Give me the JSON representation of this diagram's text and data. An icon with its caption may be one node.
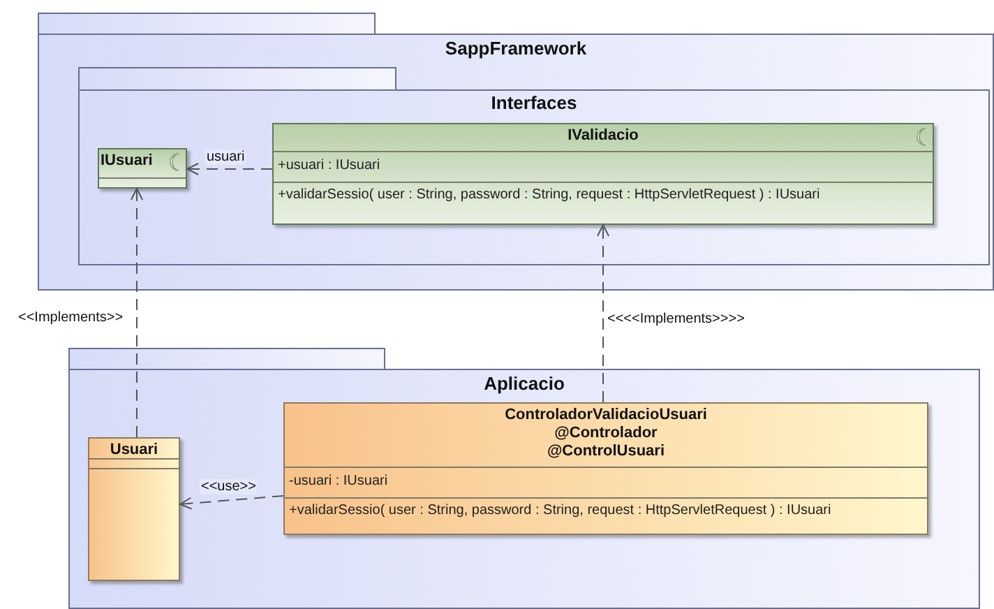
{
  "diagram": {
    "nodes": [
      {
        "text": [
          "SappFramework"
        ]
      },
      {
        "text": [
          "Interfaces"
        ],
        "in": 0
      },
      {
        "text": [
          "IUsuari"
        ],
        "in": 1
      },
      {
        "text": [
          "IValidacio",
          "+usuari : IUsuari",
          "+validarSessio( user : String, password : String, request : HttpServletRequest ) : IUsuari"
        ],
        "in": 1
      },
      {
        "text": [
          "Aplicacio"
        ]
      },
      {
        "text": [
          "Usuari"
        ],
        "in": 4
      },
      {
        "text": [
          "ControladorValidacioUsuari",
          "@Controlador",
          "@ControlUsuari",
          "-usuari : IUsuari",
          "+validarSessio( user : String, password : String, request : HttpServletRequest ) : IUsuari"
        ],
        "in": 4
      }
    ],
    "edges": [
      {
        "from": 3,
        "to": 2,
        "arrow": "to",
        "style": "dashed",
        "label": "usuari"
      },
      {
        "from": 5,
        "to": 2,
        "arrow": "to",
        "style": "dashed",
        "label": "<<Implements>>"
      },
      {
        "from": 6,
        "to": 3,
        "arrow": "to",
        "style": "dashed",
        "label": "<<<<Implements>>>>"
      },
      {
        "from": 6,
        "to": 5,
        "arrow": "to",
        "style": "dashed",
        "label": "<<use>>"
      }
    ]
  }
}
